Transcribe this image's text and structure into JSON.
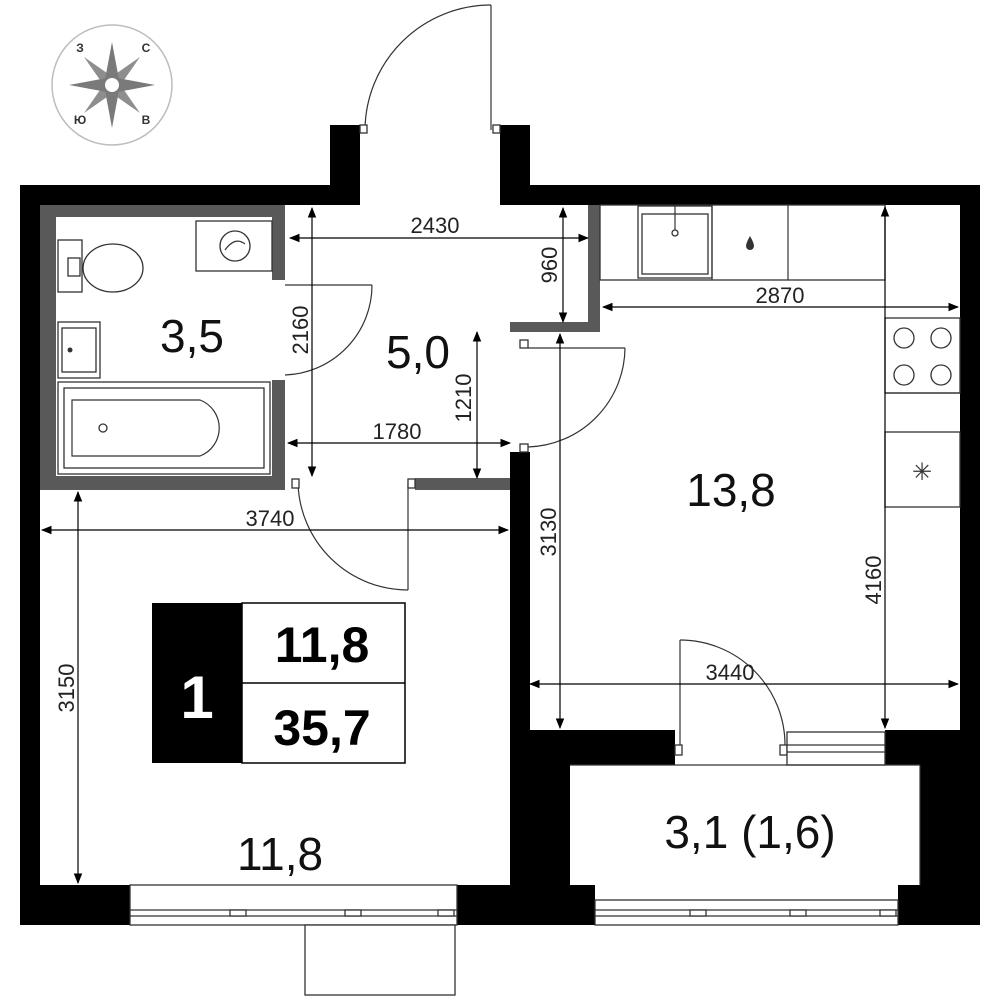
{
  "compass": {
    "n": "С",
    "e": "В",
    "s": "Ю",
    "w": "З"
  },
  "rooms": {
    "bathroom_area": "3,5",
    "hall_area": "5,0",
    "kitchen_area": "13,8",
    "living_area": "11,8",
    "balcony_area": "3,1 (1,6)"
  },
  "dimensions": {
    "d2430": "2430",
    "d960": "960",
    "d2870": "2870",
    "d2160": "2160",
    "d1210": "1210",
    "d1780": "1780",
    "d3740": "3740",
    "d3130": "3130",
    "d4160": "4160",
    "d3440": "3440",
    "d3150": "3150"
  },
  "summary": {
    "rooms_count": "1",
    "living_area": "11,8",
    "total_area": "35,7"
  },
  "colors": {
    "wall": "#000000",
    "partition": "#595959",
    "background": "#ffffff"
  }
}
